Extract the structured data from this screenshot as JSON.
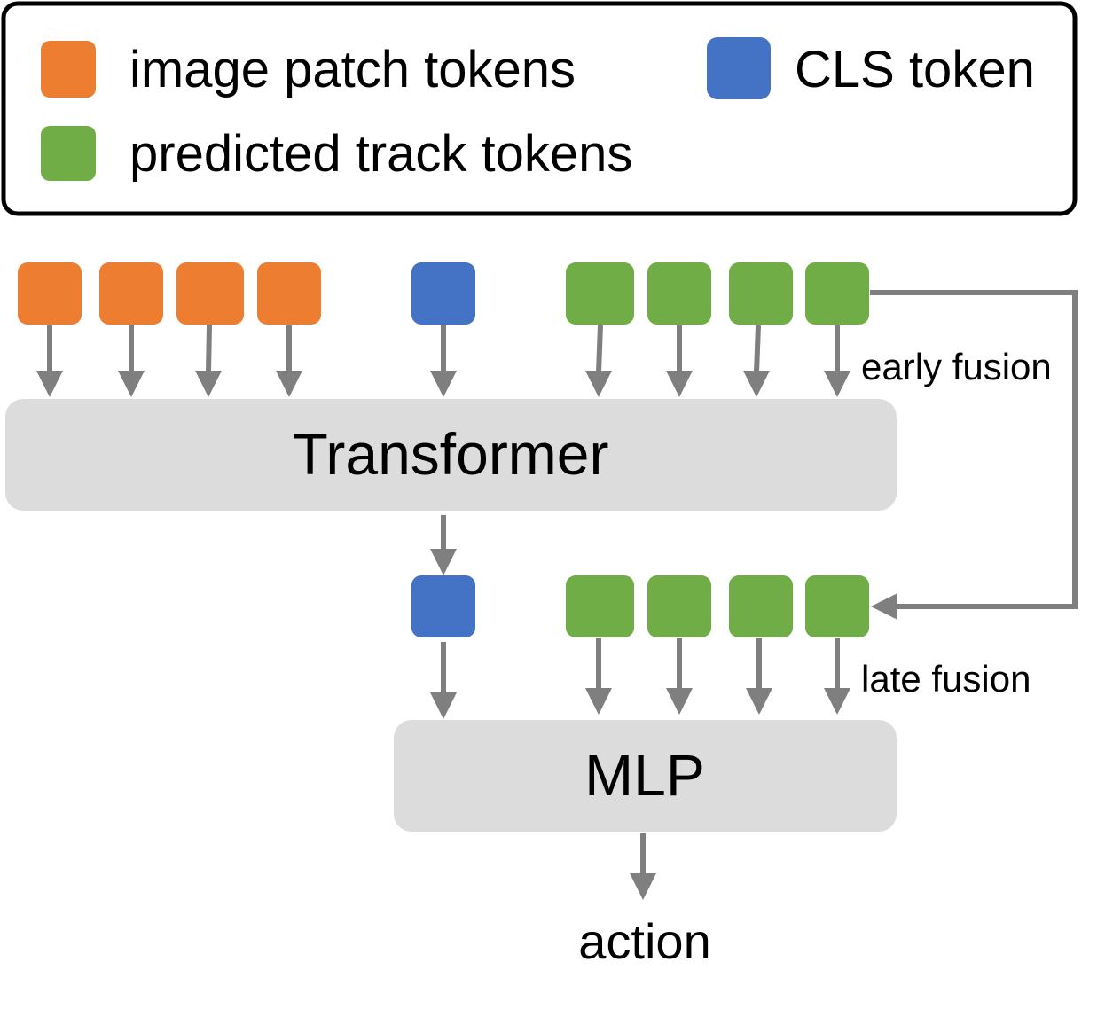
{
  "colors": {
    "image_patch": "#ed7d31",
    "cls": "#4472c4",
    "track": "#70ad47",
    "block_fill": "#dcdcdc",
    "arrow": "#7f7f7f",
    "legend_border": "#000000"
  },
  "legend": {
    "image_patch_label": "image patch tokens",
    "cls_label": "CLS token",
    "track_label": "predicted track tokens"
  },
  "blocks": {
    "transformer_label": "Transformer",
    "mlp_label": "MLP"
  },
  "labels": {
    "early_fusion": "early fusion",
    "late_fusion": "late fusion",
    "output": "action"
  }
}
